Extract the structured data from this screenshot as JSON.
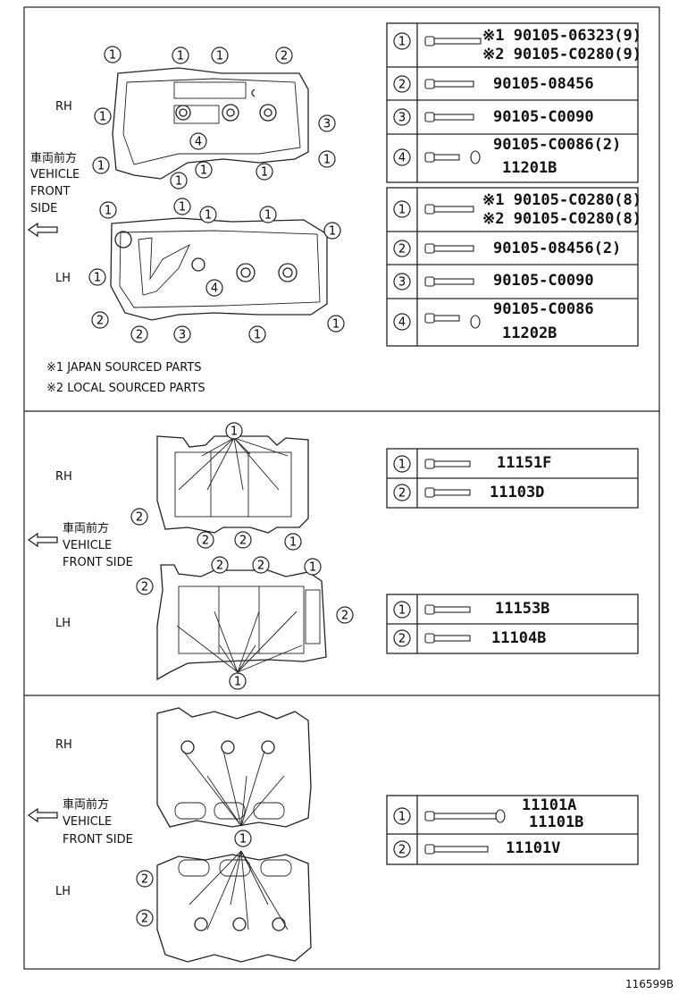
{
  "labels": {
    "rh": "RH",
    "lh": "LH",
    "front_jp": "車両前方",
    "front_en1": "VEHICLE",
    "front_en2": "FRONT",
    "front_en3": "SIDE",
    "front_en_side": "FRONT SIDE"
  },
  "notes": {
    "n1": "※1 JAPAN SOURCED PARTS",
    "n2": "※2 LOCAL SOURCED PARTS"
  },
  "sheet_id": "116599B",
  "sec1_rh_table": [
    {
      "no": "1",
      "lines": [
        "※1 90105-06323(9)",
        "※2 90105-C0280(9)"
      ]
    },
    {
      "no": "2",
      "lines": [
        "90105-08456"
      ]
    },
    {
      "no": "3",
      "lines": [
        "90105-C0090"
      ]
    },
    {
      "no": "4",
      "lines": [
        "90105-C0086(2)",
        "11201B"
      ]
    }
  ],
  "sec1_lh_table": [
    {
      "no": "1",
      "lines": [
        "※1 90105-C0280(8)",
        "※2 90105-C0280(8)"
      ]
    },
    {
      "no": "2",
      "lines": [
        "90105-08456(2)"
      ]
    },
    {
      "no": "3",
      "lines": [
        "90105-C0090"
      ]
    },
    {
      "no": "4",
      "lines": [
        "90105-C0086",
        "11202B"
      ]
    }
  ],
  "sec2_rh_table": [
    {
      "no": "1",
      "code": "11151F"
    },
    {
      "no": "2",
      "code": "11103D"
    }
  ],
  "sec2_lh_table": [
    {
      "no": "1",
      "code": "11153B"
    },
    {
      "no": "2",
      "code": "11104B"
    }
  ],
  "sec3_table": [
    {
      "no": "1",
      "lines": [
        "11101A",
        "11101B"
      ]
    },
    {
      "no": "2",
      "lines": [
        "11101V"
      ]
    }
  ],
  "callouts": {
    "c1": "1",
    "c2": "2",
    "c3": "3",
    "c4": "4"
  }
}
